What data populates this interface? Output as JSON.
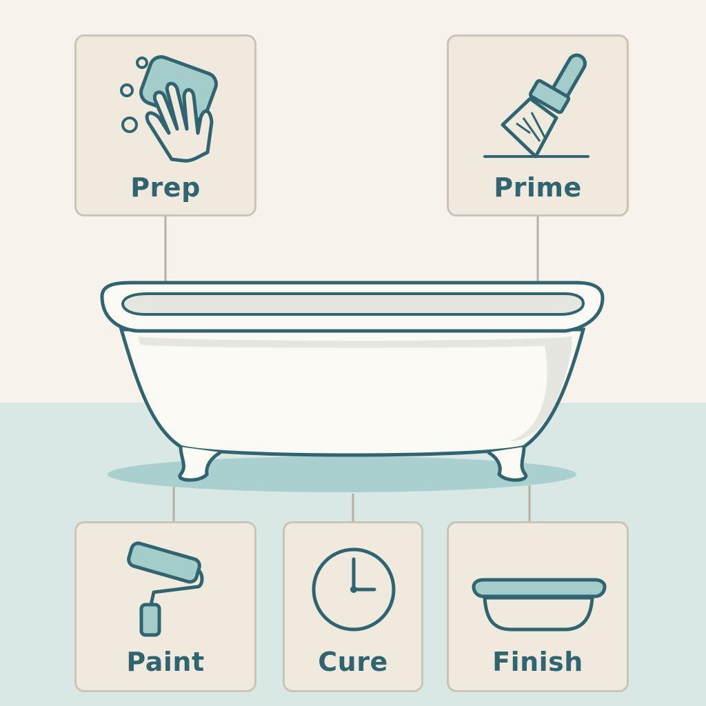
{
  "colors": {
    "wall": "#f7f3ec",
    "floor": "#d9e8e5",
    "card_bg": "#efe9de",
    "card_border": "#c9c3b8",
    "ink": "#2f6470",
    "accent": "#a3cccb",
    "connector": "#b5afa4",
    "tub_body": "#fbf9f4",
    "tub_shade": "#e6e6e0",
    "shadow": "#a9cfcf"
  },
  "steps": {
    "prep": {
      "label": "Prep",
      "icon": "hand-sponge-icon"
    },
    "prime": {
      "label": "Prime",
      "icon": "paintbrush-icon"
    },
    "paint": {
      "label": "Paint",
      "icon": "paint-roller-icon"
    },
    "cure": {
      "label": "Cure",
      "icon": "clock-icon"
    },
    "finish": {
      "label": "Finish",
      "icon": "tub-basin-icon"
    }
  },
  "center": {
    "icon": "clawfoot-bathtub-icon"
  }
}
